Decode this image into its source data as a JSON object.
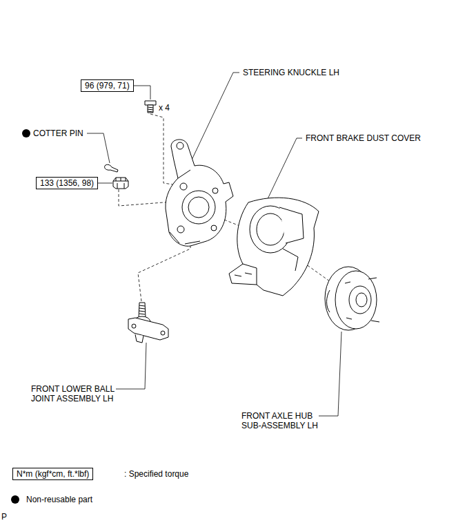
{
  "diagram": {
    "nodes": [
      {
        "text": [
          "96 (979, 71)"
        ]
      },
      {
        "text": [
          "133 (1356, 98)"
        ]
      },
      {
        "text": [
          "N*m (kgf*cm, ft.*lbf)"
        ]
      }
    ],
    "labels": [
      "STEERING KNUCKLE LH",
      "x 4",
      "COTTER PIN",
      "FRONT BRAKE DUST COVER",
      "FRONT LOWER BALL JOINT ASSEMBLY LH",
      "FRONT AXLE HUB SUB-ASSEMBLY LH",
      "P"
    ],
    "legend": [
      {
        "text": ": Specified torque"
      },
      {
        "text": "Non-reusable part"
      }
    ]
  }
}
